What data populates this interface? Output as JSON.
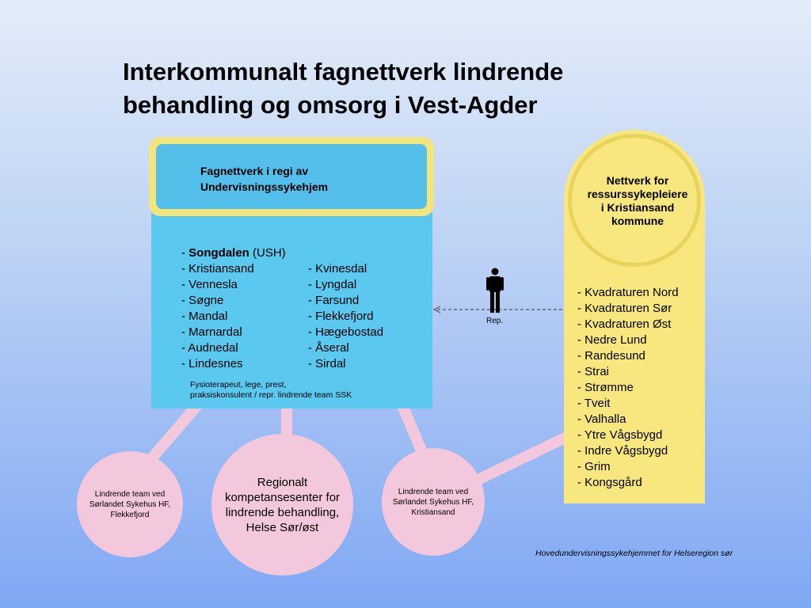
{
  "title": {
    "line1": "Interkommunalt fagnettverk lindrende",
    "line2": "behandling og omsorg i Vest-Agder"
  },
  "fagnettverk": {
    "header_line1": "Fagnettverk i regi av",
    "header_line2": "Undervisningssykehjem",
    "col1": [
      {
        "prefix": "- ",
        "bold": "Songdalen",
        "rest": " (USH)"
      },
      {
        "text": "- Kristiansand"
      },
      {
        "text": "- Vennesla"
      },
      {
        "text": "- Søgne"
      },
      {
        "text": "- Mandal"
      },
      {
        "text": "- Marnardal"
      },
      {
        "text": "- Audnedal"
      },
      {
        "text": "- Lindesnes"
      }
    ],
    "col2": [
      "- Kvinesdal",
      "- Lyngdal",
      "- Farsund",
      "- Flekkefjord",
      "- Hægebostad",
      "- Åseral",
      "- Sirdal"
    ],
    "note_line1": "Fysioterapeut, lege, prest,",
    "note_line2": "praksiskonsulent / repr. lindrende team SSK"
  },
  "nettverk": {
    "title_line1": "Nettverk for",
    "title_line2": "ressurssykepleiere",
    "title_line3": "i Kristiansand",
    "title_line4": "kommune",
    "items": [
      "- Kvadraturen Nord",
      "- Kvadraturen Sør",
      "- Kvadraturen Øst",
      "- Nedre Lund",
      "- Randesund",
      "- Strai",
      "- Strømme",
      "- Tveit",
      "- Valhalla",
      "- Ytre Vågsbygd",
      "- Indre Vågsbygd",
      "- Grim",
      "- Kongsgård"
    ]
  },
  "rep_label": "Rep.",
  "circles": {
    "left": {
      "line1": "Lindrende team ved",
      "line2": "Sørlandet Sykehus HF,",
      "line3": "Flekkefjord"
    },
    "middle": {
      "line1": "Regionalt",
      "line2": "kompetansesenter for",
      "line3": "lindrende behandling,",
      "line4": "Helse Sør/øst"
    },
    "right": {
      "line1": "Lindrende team ved",
      "line2": "Sørlandet Sykehus HF,",
      "line3": "Kristiansand"
    }
  },
  "footer": "Hovedundervisningssykehjemmet for Helseregion sør",
  "colors": {
    "blue_box": "#5bc8f0",
    "yellow": "#f7e77e",
    "pink": "#f3c8dc"
  }
}
